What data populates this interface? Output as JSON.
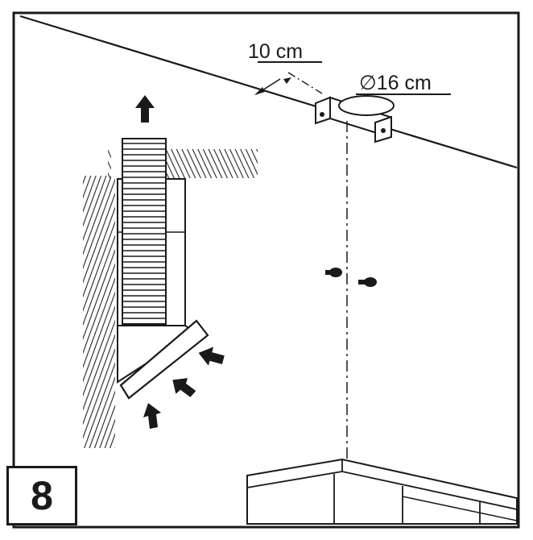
{
  "diagram": {
    "step_number": "8",
    "distance_label": "10 cm",
    "diameter_label": "∅16 cm"
  }
}
